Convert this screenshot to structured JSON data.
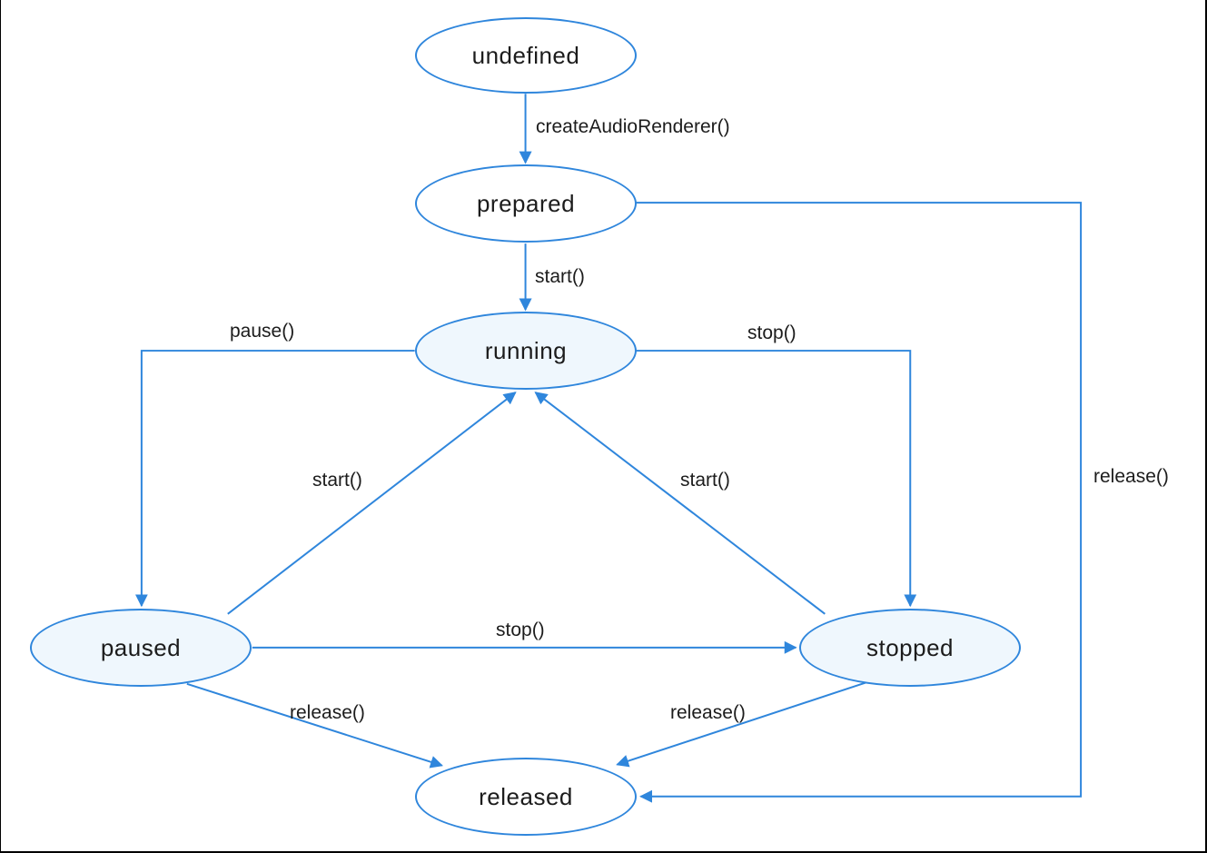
{
  "colors": {
    "stroke": "#2F86DC",
    "node_fill": "#EFF7FD",
    "node_fill_plain": "#FFFFFF",
    "text": "#1C1C1C",
    "frame": "#000000"
  },
  "states": {
    "undefined": {
      "label": "undefined"
    },
    "prepared": {
      "label": "prepared"
    },
    "running": {
      "label": "running"
    },
    "paused": {
      "label": "paused"
    },
    "stopped": {
      "label": "stopped"
    },
    "released": {
      "label": "released"
    }
  },
  "transitions": {
    "create": {
      "label": "createAudioRenderer()"
    },
    "start_prepared": {
      "label": "start()"
    },
    "pause": {
      "label": "pause()"
    },
    "stop_running": {
      "label": "stop()"
    },
    "start_paused": {
      "label": "start()"
    },
    "start_stopped": {
      "label": "start()"
    },
    "stop_paused": {
      "label": "stop()"
    },
    "release_paused": {
      "label": "release()"
    },
    "release_stopped": {
      "label": "release()"
    },
    "release_prepared": {
      "label": "release()"
    }
  }
}
